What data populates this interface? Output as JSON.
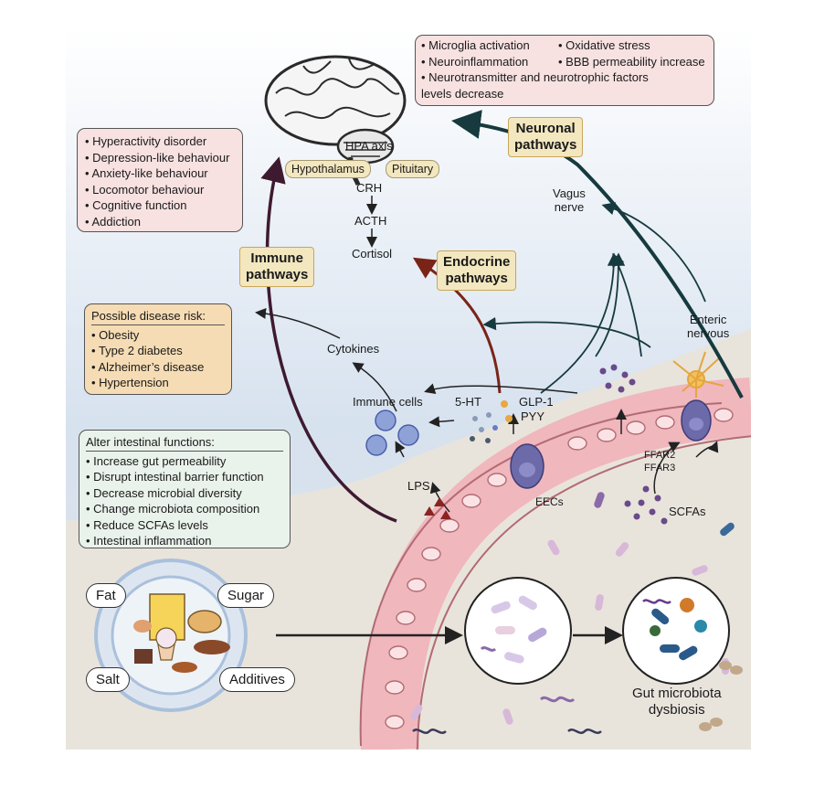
{
  "colors": {
    "sky_top": "#ffffff",
    "sky_bottom": "#cfdcec",
    "gut_bg": "#e9e6df",
    "immune_arrow": "#3e1a30",
    "endocrine_arrow": "#7a2418",
    "neuronal_arrow": "#163a3e",
    "pink_box": "#f7e1e1",
    "orange_box": "#f6dcb4",
    "green_box": "#eaf2ec",
    "epithelium": "#f0b7bd",
    "eec": "#6c6aa8"
  },
  "effects_box": {
    "items": [
      "Microglia activation",
      "Oxidative stress",
      "Neuroinflammation",
      "BBB permeability increase"
    ],
    "wrap_line_1": "Neurotransmitter and neurotrophic factors",
    "wrap_line_2": "levels decrease"
  },
  "behaviour_box": {
    "items": [
      "Hyperactivity disorder",
      "Depression-like behaviour",
      "Anxiety-like behaviour",
      "Locomotor behaviour",
      "Cognitive function",
      "Addiction"
    ]
  },
  "disease_box": {
    "title": "Possible disease risk:",
    "items": [
      "Obesity",
      "Type 2 diabetes",
      "Alzheimer’s disease",
      "Hypertension"
    ]
  },
  "intestinal_box": {
    "title": "Alter intestinal functions:",
    "items": [
      "Increase gut permeability",
      "Disrupt intestinal barrier function",
      "Decrease microbial diversity",
      "Change microbiota composition",
      "Reduce SCFAs levels",
      "Intestinal inflammation"
    ]
  },
  "pathways": {
    "neuronal_1": "Neuronal",
    "neuronal_2": "pathways",
    "immune_1": "Immune",
    "immune_2": "pathways",
    "endocrine_1": "Endocrine",
    "endocrine_2": "pathways"
  },
  "hpa": {
    "title": "HPA axis",
    "hypothalamus": "Hypothalamus",
    "pituitary": "Pituitary",
    "crh": "CRH",
    "acth": "ACTH",
    "cortisol": "Cortisol"
  },
  "labels": {
    "vagus_1": "Vagus",
    "vagus_2": "nerve",
    "enteric_1": "Enteric",
    "enteric_2": "nervous",
    "cytokines": "Cytokines",
    "immune_cells": "Immune cells",
    "ht5": "5-HT",
    "glp1": "GLP-1",
    "pyy": "PYY",
    "lps": "LPS",
    "eecs": "EECs",
    "ffar2": "FFAR2",
    "ffar3": "FFAR3",
    "scfas": "SCFAs",
    "dysbiosis_1": "Gut microbiota",
    "dysbiosis_2": "dysbiosis"
  },
  "diet": {
    "fat": "Fat",
    "sugar": "Sugar",
    "salt": "Salt",
    "additives": "Additives"
  }
}
